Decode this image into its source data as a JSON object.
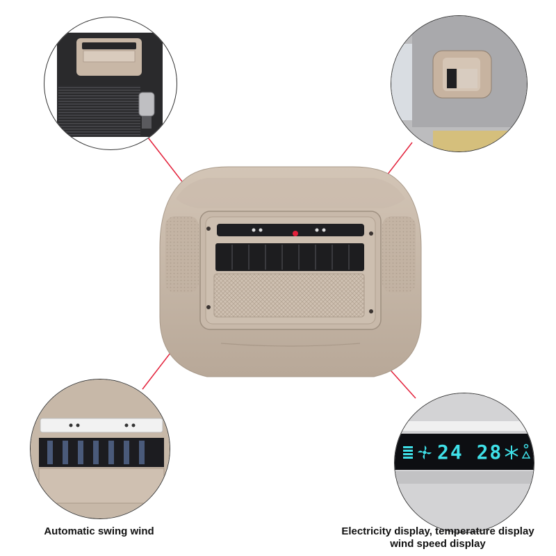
{
  "colors": {
    "housing": "#c4b5a5",
    "housing_dark": "#a89888",
    "connector": "#e3203a",
    "display_text": "#3fe0e8",
    "vent": "#1d1d1f",
    "mesh": "#cdbfb0"
  },
  "captions": {
    "bottom_left": "Automatic swing wind",
    "bottom_right_line1": "Electricity display, temperature display",
    "bottom_right_line2": "wind speed display"
  },
  "display": {
    "temperature_readout": "24 28"
  },
  "icons": {
    "battery": "battery-level-icon",
    "fan": "fan-icon",
    "snowflake": "snowflake-icon",
    "warning": "warning-icon"
  }
}
